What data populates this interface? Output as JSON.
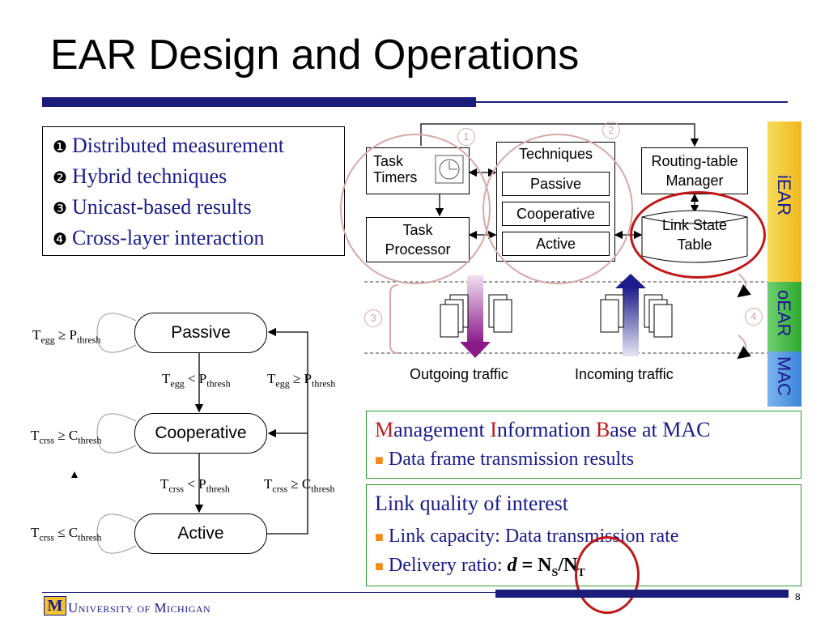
{
  "title": "EAR Design and Operations",
  "features": [
    {
      "num": "❶",
      "text": "Distributed measurement"
    },
    {
      "num": "❷",
      "text": "Hybrid techniques"
    },
    {
      "num": "❸",
      "text": "Unicast-based results"
    },
    {
      "num": "❹",
      "text": "Cross-layer interaction"
    }
  ],
  "diagram": {
    "task_timers": "Task\nTimers",
    "task_processor": "Task\nProcessor",
    "techniques": "Techniques",
    "passive": "Passive",
    "cooperative": "Cooperative",
    "active": "Active",
    "routing_manager": "Routing-table\nManager",
    "link_state": "Link State\nTable",
    "outgoing": "Outgoing traffic",
    "incoming": "Incoming traffic",
    "marker_1": "1",
    "marker_2": "2",
    "marker_3": "3",
    "marker_4": "4"
  },
  "layers": {
    "iear": "iEAR",
    "oear": "oEAR",
    "mac": "MAC"
  },
  "state_machine": {
    "passive": "Passive",
    "cooperative": "Cooperative",
    "active": "Active"
  },
  "mib": {
    "title_m": "M",
    "title_rest1": "anagement ",
    "title_i": "I",
    "title_rest2": "nformation ",
    "title_b": "B",
    "title_rest3": "ase at MAC",
    "bullet": "Data frame transmission results"
  },
  "link_quality": {
    "title": "Link quality of interest",
    "bullet1": "Link capacity: Data transmission rate",
    "bullet2_prefix": "Delivery ratio: "
  },
  "footer": {
    "university": "University of Michigan",
    "page": "8"
  },
  "colors": {
    "navy": "#1c1c7a",
    "text_blue": "#1a1a8c",
    "highlight_red": "#c01818",
    "circle_pink": "#d8a8a8",
    "green_border": "#2e9b2e"
  }
}
